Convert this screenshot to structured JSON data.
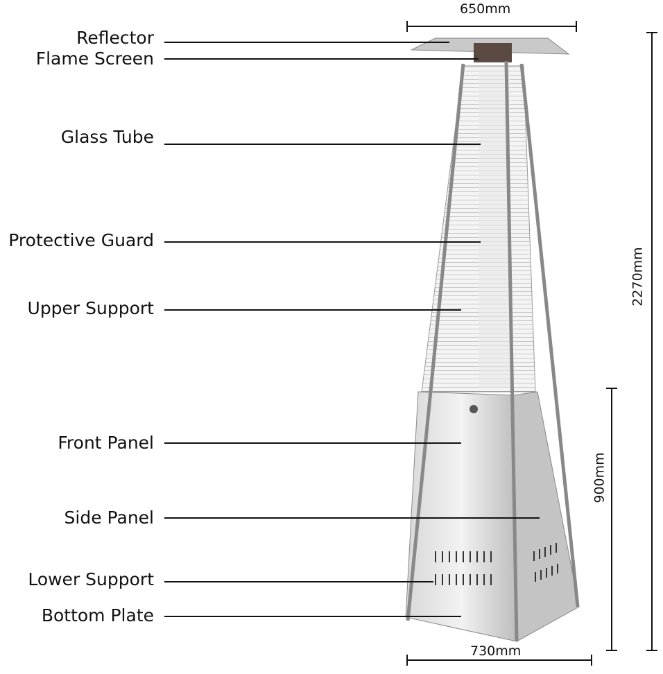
{
  "parts": [
    {
      "label": "Reflector"
    },
    {
      "label": "Flame Screen"
    },
    {
      "label": "Glass Tube"
    },
    {
      "label": "Protective Guard"
    },
    {
      "label": "Upper Support"
    },
    {
      "label": "Front Panel"
    },
    {
      "label": "Side Panel"
    },
    {
      "label": "Lower Support"
    },
    {
      "label": "Bottom Plate"
    }
  ],
  "dimensions": {
    "top_width": "650mm",
    "total_height": "2270mm",
    "base_height": "900mm",
    "base_width": "730mm"
  }
}
